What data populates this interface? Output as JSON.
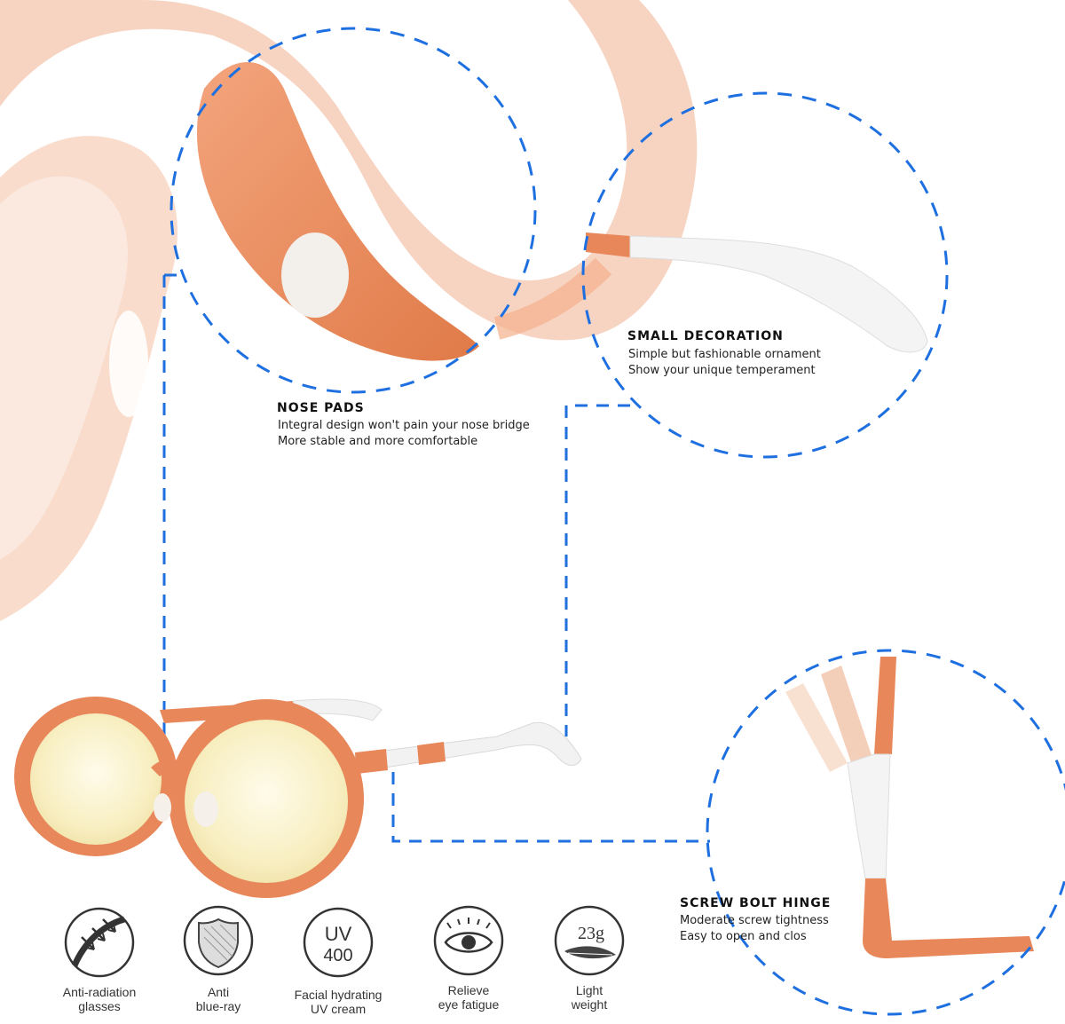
{
  "features": {
    "nose_pads": {
      "title": "NOSE PADS",
      "line1": "Integral design won't pain your nose bridge",
      "line2": "More stable and more comfortable"
    },
    "decoration": {
      "title": "SMALL DECORATION",
      "line1": "Simple but fashionable ornament",
      "line2": "Show your unique temperament"
    },
    "hinge": {
      "title": "SCREW BOLT HINGE",
      "line1": "Moderate screw tightness",
      "line2": "Easy to open and clos"
    }
  },
  "badges": [
    {
      "icon": "anti-radiation-icon",
      "line1": "Anti-radiation",
      "line2": "glasses"
    },
    {
      "icon": "shield-icon",
      "line1": "Anti",
      "line2": "blue-ray"
    },
    {
      "icon": "uv400-icon",
      "text_top": "UV",
      "text_bottom": "400",
      "line1": "Facial hydrating",
      "line2": "UV cream"
    },
    {
      "icon": "eye-icon",
      "line1": "Relieve",
      "line2": "eye fatigue"
    },
    {
      "icon": "feather-weight-icon",
      "text_top": "23g",
      "line1": "Light",
      "line2": "weight"
    }
  ],
  "colors": {
    "frame_orange": "#E8875A",
    "pale_orange": "#F6CDB7",
    "temple_white": "#F2F2F2",
    "dash_blue": "#1E6FE0",
    "lens_yellow": "#F8F1C8"
  }
}
